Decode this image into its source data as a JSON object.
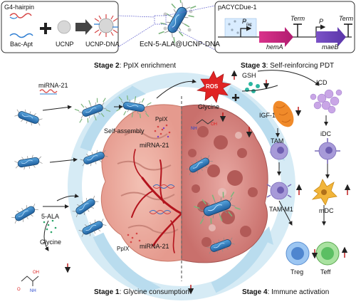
{
  "top_left_box": {
    "g4_hairpin": "G4-hairpin",
    "bac_apt": "Bac-Apt",
    "ucnp": "UCNP",
    "ucnp_dna": "UCNP-DNA"
  },
  "center_top": {
    "construct": "EcN-5-ALA@UCNP-DNA"
  },
  "plasmid_box": {
    "name": "pACYCDue-1",
    "plac": "P",
    "plac_sub": "lac",
    "term1": "Term",
    "p2": "P",
    "term2": "Term",
    "gene1": "hemA",
    "gene2": "maeB"
  },
  "stages": {
    "s1_num": "Stage 1",
    "s1_text": ": Glycine consumption",
    "s2_num": "Stage 2",
    "s2_text": ": PpIX enrichment",
    "s3_num": "Stage 3",
    "s3_text": ": Self-reinforcing PDT",
    "s4_num": "Stage 4",
    "s4_text": ": Immune activation"
  },
  "labels": {
    "mirna_left": "miRNA-21",
    "self_assembly": "Self-assembly",
    "ppix_top": "PpIX",
    "mirna_mid": "miRNA-21",
    "five_ala": "5-ALA",
    "glycine_left": "Glycine",
    "ppix_bottom": "PpIX",
    "mirna_bottom": "miRNA-21",
    "ros": "ROS",
    "glycine_center": "Glycine",
    "gsh": "GSH",
    "icd": "ICD",
    "igf1": "IGF-1",
    "tam": "TAM",
    "idc": "iDC",
    "tam_m1": "TAM-M1",
    "mdc": "mDC",
    "treg": "Treg",
    "teff": "Teff",
    "plus": "+"
  }
}
